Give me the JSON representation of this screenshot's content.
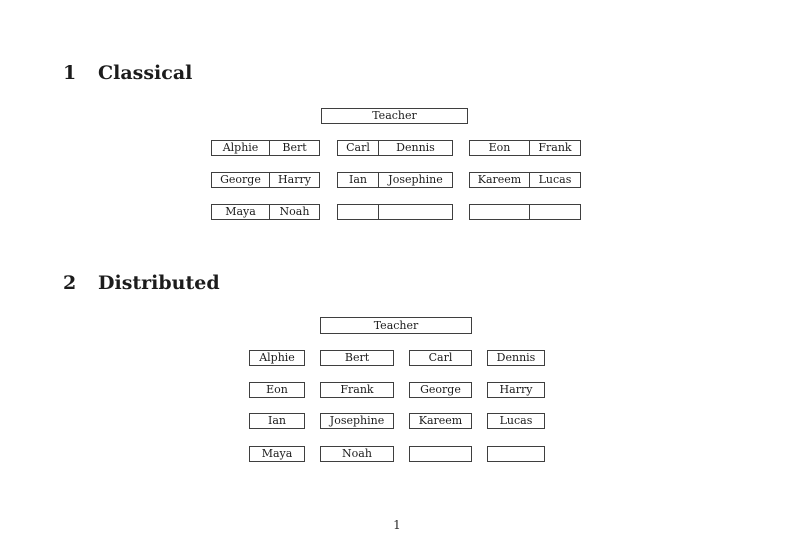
{
  "page": {
    "page_number": "1"
  },
  "sections": {
    "classical": {
      "number": "1",
      "title": "Classical"
    },
    "distributed": {
      "number": "2",
      "title": "Distributed"
    }
  },
  "classical": {
    "teacher_label": "Teacher",
    "rows": [
      {
        "desks": [
          {
            "left": "Alphie",
            "right": "Bert"
          },
          {
            "left": "Carl",
            "right": "Dennis"
          },
          {
            "left": "Eon",
            "right": "Frank"
          }
        ]
      },
      {
        "desks": [
          {
            "left": "George",
            "right": "Harry"
          },
          {
            "left": "Ian",
            "right": "Josephine"
          },
          {
            "left": "Kareem",
            "right": "Lucas"
          }
        ]
      },
      {
        "desks": [
          {
            "left": "Maya",
            "right": "Noah"
          },
          {
            "left": "",
            "right": ""
          },
          {
            "left": "",
            "right": ""
          }
        ]
      }
    ]
  },
  "distributed": {
    "teacher_label": "Teacher",
    "rows": [
      [
        "Alphie",
        "Bert",
        "Carl",
        "Dennis"
      ],
      [
        "Eon",
        "Frank",
        "George",
        "Harry"
      ],
      [
        "Ian",
        "Josephine",
        "Kareem",
        "Lucas"
      ],
      [
        "Maya",
        "Noah",
        "",
        ""
      ]
    ]
  }
}
